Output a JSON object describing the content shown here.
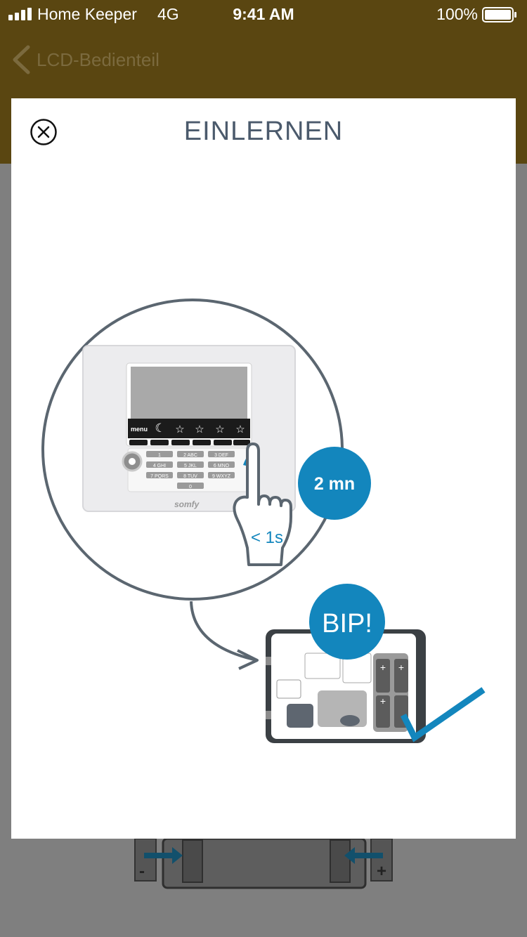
{
  "status": {
    "carrier": "Home Keeper",
    "network": "4G",
    "time": "9:41 AM",
    "battery_percent": "100%",
    "icons": [
      "signal-icon",
      "battery-icon"
    ]
  },
  "nav": {
    "back_label": "LCD-Bedienteil"
  },
  "modal": {
    "title": "EINLERNEN",
    "close_icon": "close-icon"
  },
  "illustration": {
    "keypad": {
      "menu_label": "menu",
      "keys": [
        "1",
        "2 ABC",
        "3 DEF",
        "4 GHI",
        "5 JKL",
        "6 MNO",
        "7 PQRS",
        "8 TUV",
        "9 WXYZ",
        "0"
      ],
      "brand": "somfy"
    },
    "timer_badge": "2 mn",
    "press_duration": "< 1s",
    "beep_badge": "BIP!",
    "battery_plus": "+",
    "battery_minus": "-"
  },
  "colors": {
    "header_brown": "#5a4611",
    "accent_blue": "#1386bd",
    "title_gray": "#4b5a6c",
    "overlay_gray": "#7f7f7f"
  }
}
